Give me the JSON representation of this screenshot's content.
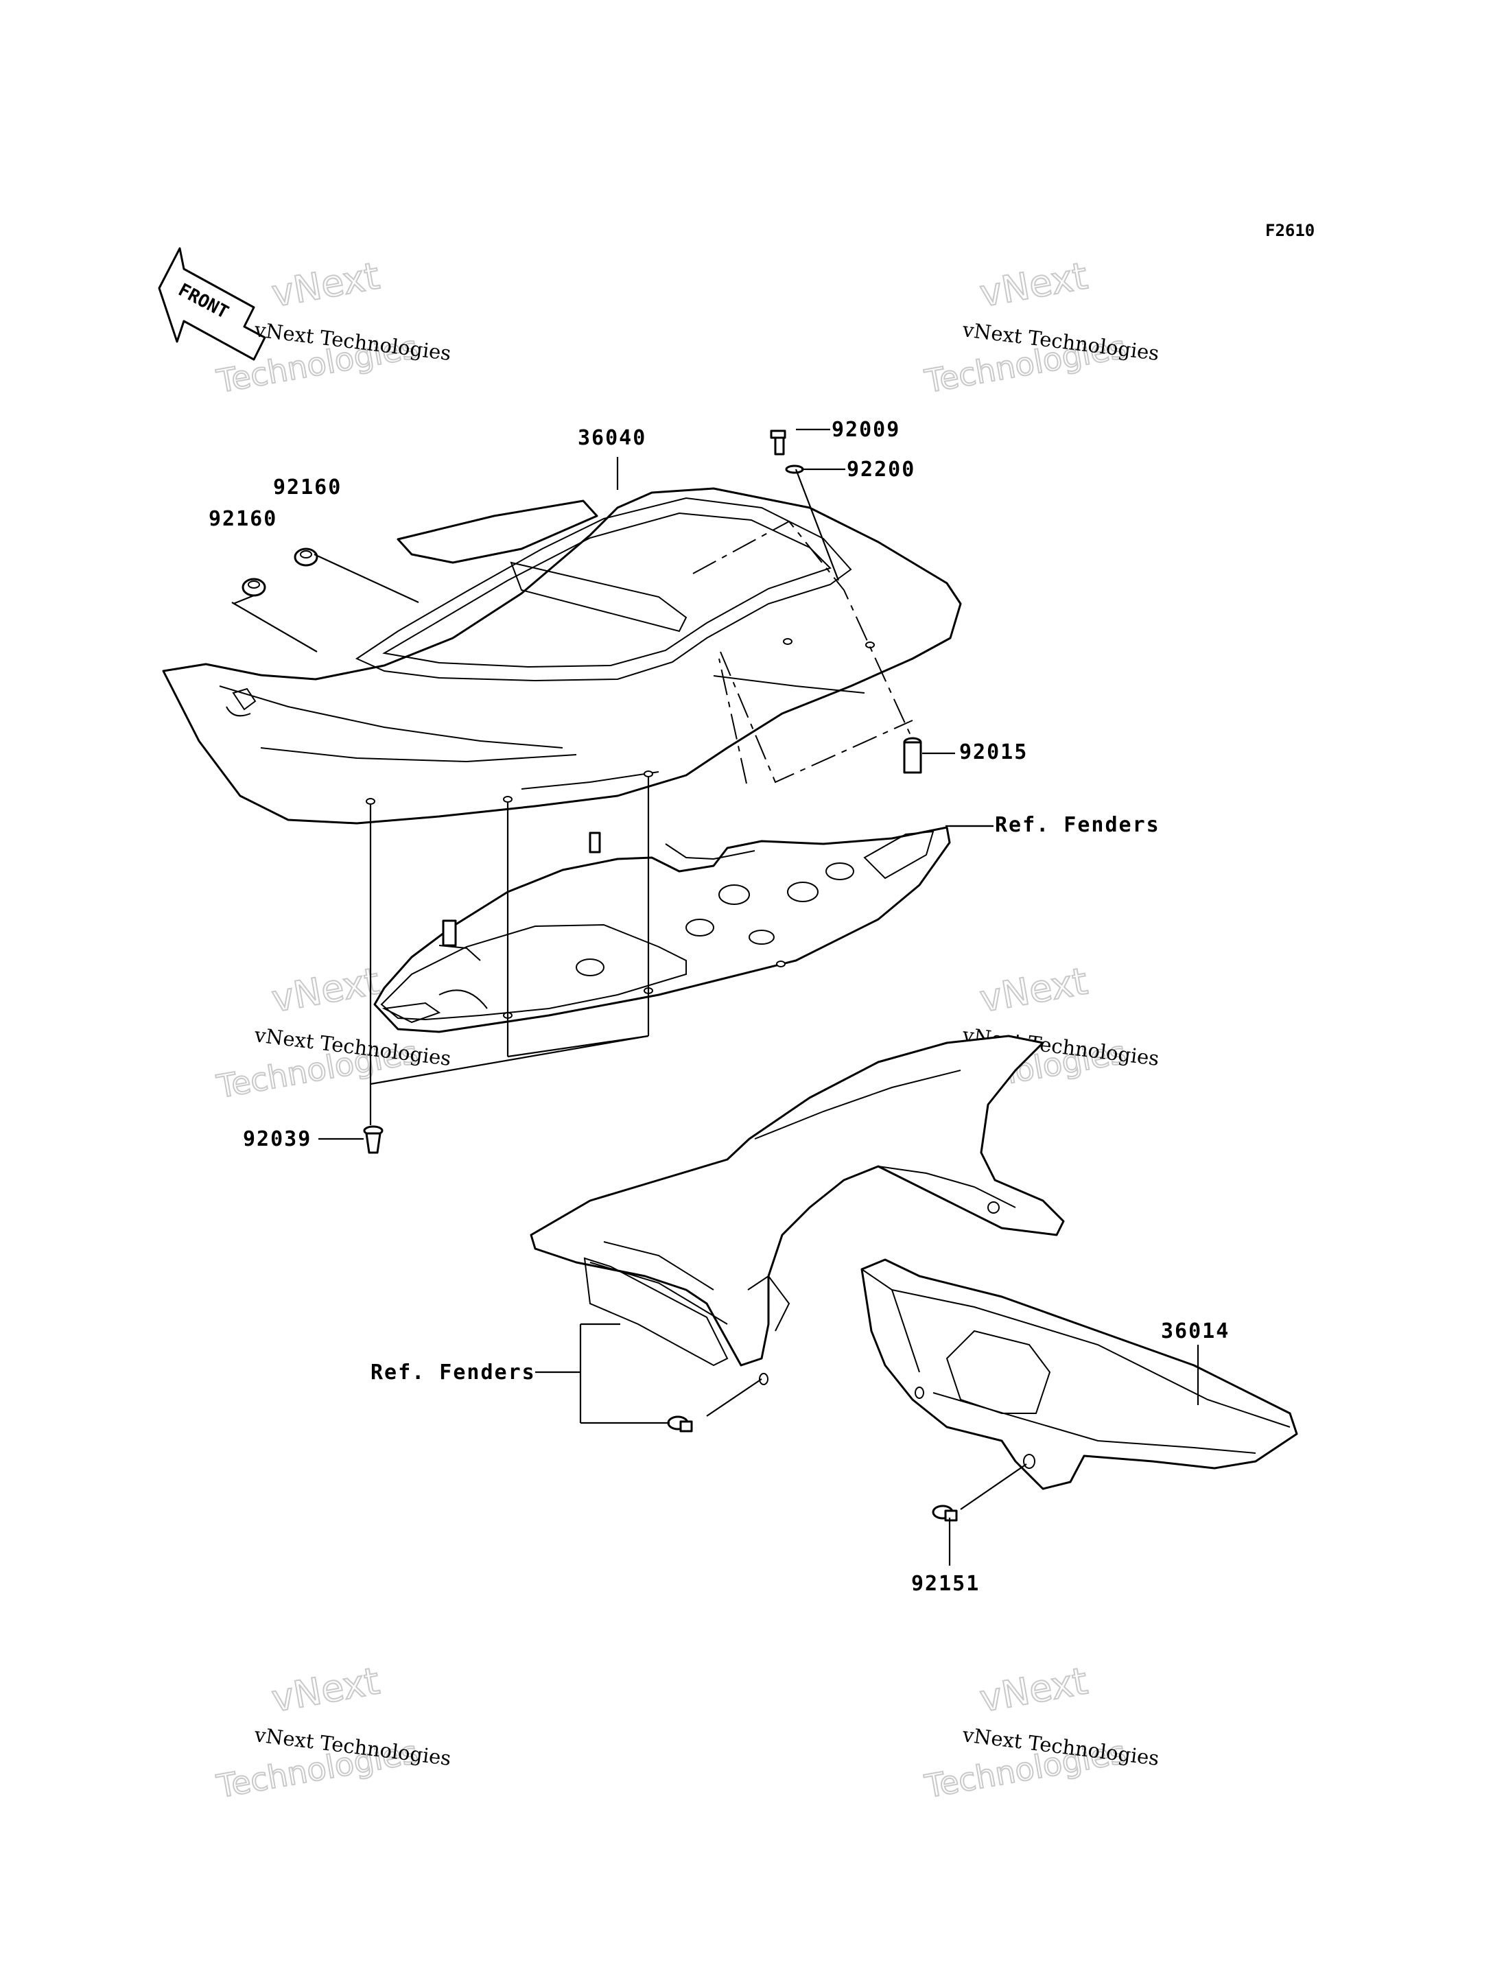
{
  "diagram_code": "F2610",
  "front_indicator": "FRONT",
  "watermark": {
    "line1": "vNext Technologies",
    "line2": "vNext",
    "line3": "Technologies"
  },
  "parts": {
    "seat_cover": "36040",
    "clip_92009": "92009",
    "spring_92200": "92200",
    "damper_upper": "92160",
    "damper_lower": "92160",
    "collar_92015": "92015",
    "rivet_92039": "92039",
    "side_cover": "36014",
    "bolt_92151": "92151"
  },
  "references": {
    "fenders_upper": "Ref. Fenders",
    "fenders_lower": "Ref. Fenders"
  },
  "colors": {
    "line": "#000000",
    "background": "#ffffff",
    "watermark_outline": "#c9c9c9"
  }
}
